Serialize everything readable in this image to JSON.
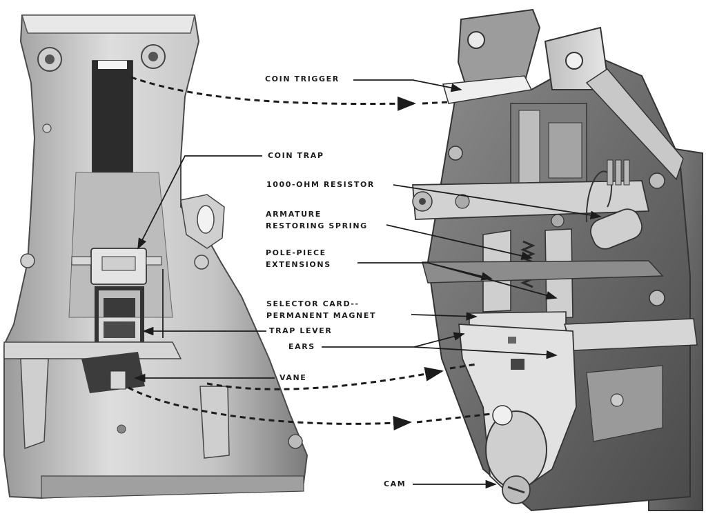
{
  "labels": {
    "coin_trigger": "COIN TRIGGER",
    "coin_trap": "COIN TRAP",
    "resistor": "1000-OHM RESISTOR",
    "armature_line1": "ARMATURE",
    "armature_line2": "RESTORING SPRING",
    "pole_line1": "POLE-PIECE",
    "pole_line2": "EXTENSIONS",
    "selector_line1": "SELECTOR CARD--",
    "selector_line2": "PERMANENT  MAGNET",
    "trap_lever": "TRAP LEVER",
    "ears": "EARS",
    "vane": "VANE",
    "cam": "CAM"
  },
  "colors": {
    "metal_light": "#dcdcdc",
    "metal_mid": "#a8a8a8",
    "metal_dark": "#5a5a5a",
    "ink": "#1c1c1c",
    "background": "#ffffff"
  }
}
